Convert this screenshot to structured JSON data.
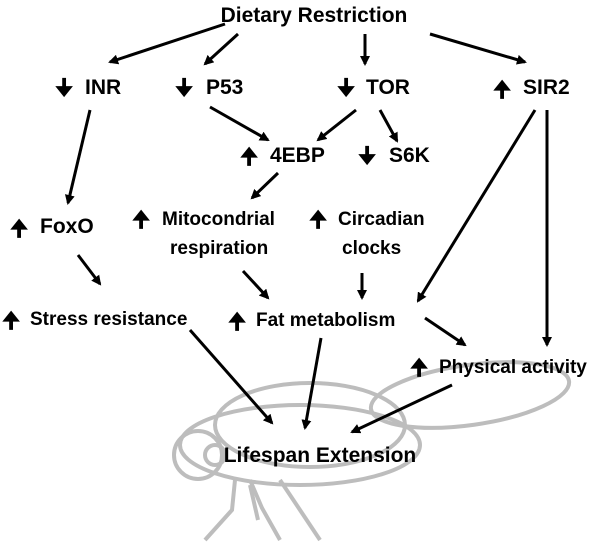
{
  "diagram": {
    "nodes": {
      "root": "Dietary Restriction",
      "inr": "INR",
      "p53": "P53",
      "tor": "TOR",
      "sir2": "SIR2",
      "ebp4": "4EBP",
      "s6k": "S6K",
      "foxo": "FoxO",
      "mito_line1": "Mitocondrial",
      "mito_line2": "respiration",
      "circ_line1": "Circadian",
      "circ_line2": "clocks",
      "stress": "Stress resistance",
      "fat": "Fat metabolism",
      "physical": "Physical activity",
      "outcome": "Lifespan Extension"
    },
    "indicators": {
      "up": "🠉",
      "down": "🠋"
    },
    "colors": {
      "arrow": "#000000",
      "fly": "#bdbdbd"
    }
  }
}
